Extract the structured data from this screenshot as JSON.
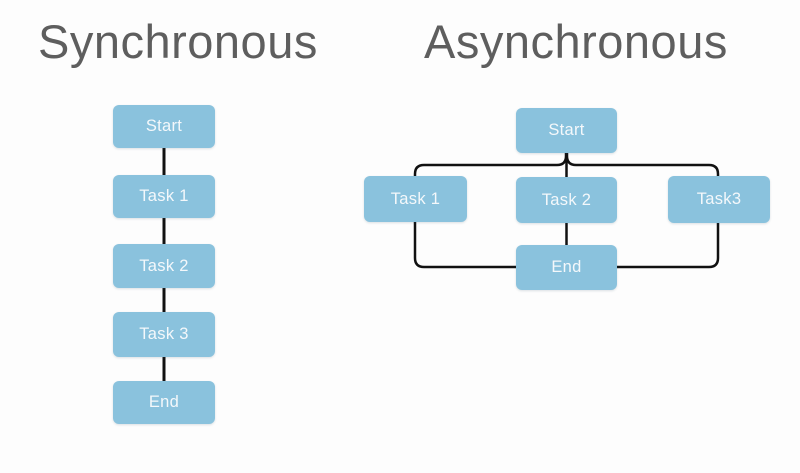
{
  "titles": {
    "synchronous": "Synchronous",
    "asynchronous": "Asynchronous"
  },
  "sync_flow": {
    "title": "Synchronous",
    "nodes": [
      {
        "id": "start",
        "label": "Start"
      },
      {
        "id": "task1",
        "label": "Task 1"
      },
      {
        "id": "task2",
        "label": "Task 2"
      },
      {
        "id": "task3",
        "label": "Task 3"
      },
      {
        "id": "end",
        "label": "End"
      }
    ],
    "edges": [
      [
        "Start",
        "Task 1"
      ],
      [
        "Task 1",
        "Task 2"
      ],
      [
        "Task 2",
        "Task 3"
      ],
      [
        "Task 3",
        "End"
      ]
    ]
  },
  "async_flow": {
    "title": "Asynchronous",
    "nodes": [
      {
        "id": "start",
        "label": "Start"
      },
      {
        "id": "task1",
        "label": "Task 1"
      },
      {
        "id": "task2",
        "label": "Task 2"
      },
      {
        "id": "task3",
        "label": "Task3"
      },
      {
        "id": "end",
        "label": "End"
      }
    ],
    "edges": [
      [
        "Start",
        "Task 1"
      ],
      [
        "Start",
        "Task 2"
      ],
      [
        "Start",
        "Task3"
      ],
      [
        "Task 1",
        "End"
      ],
      [
        "Task 2",
        "End"
      ],
      [
        "Task3",
        "End"
      ]
    ]
  },
  "colors": {
    "node_fill": "#8ac2dd",
    "node_text": "#f4f8fb",
    "connector": "#111111",
    "title_text": "#5e5e5e",
    "background": "#fdfdfd"
  }
}
